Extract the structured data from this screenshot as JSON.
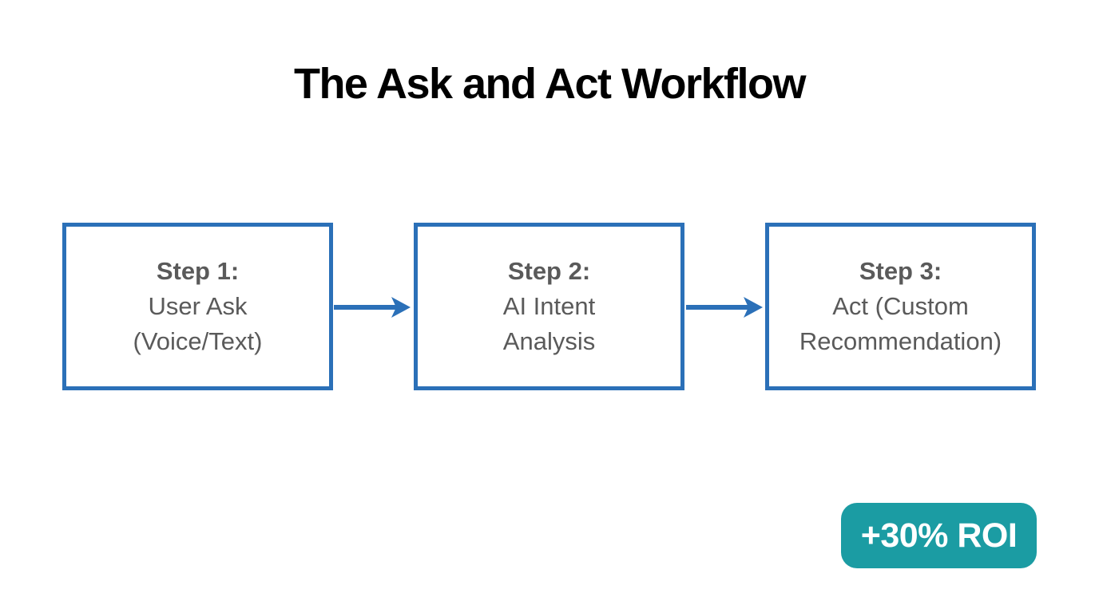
{
  "title": "The Ask and Act Workflow",
  "steps": [
    {
      "label": "Step 1:",
      "line1": "User Ask",
      "line2": "(Voice/Text)"
    },
    {
      "label": "Step 2:",
      "line1": "AI Intent",
      "line2": "Analysis"
    },
    {
      "label": "Step 3:",
      "line1": "Act (Custom",
      "line2": "Recommendation)"
    }
  ],
  "badge": {
    "label": "+30% ROI"
  },
  "colors": {
    "background": "#ffffff",
    "title_text": "#000000",
    "box_border": "#2b70b8",
    "box_text": "#5a5a5a",
    "arrow": "#2b70b8",
    "badge_bg": "#1b9ca3",
    "badge_text": "#ffffff"
  }
}
